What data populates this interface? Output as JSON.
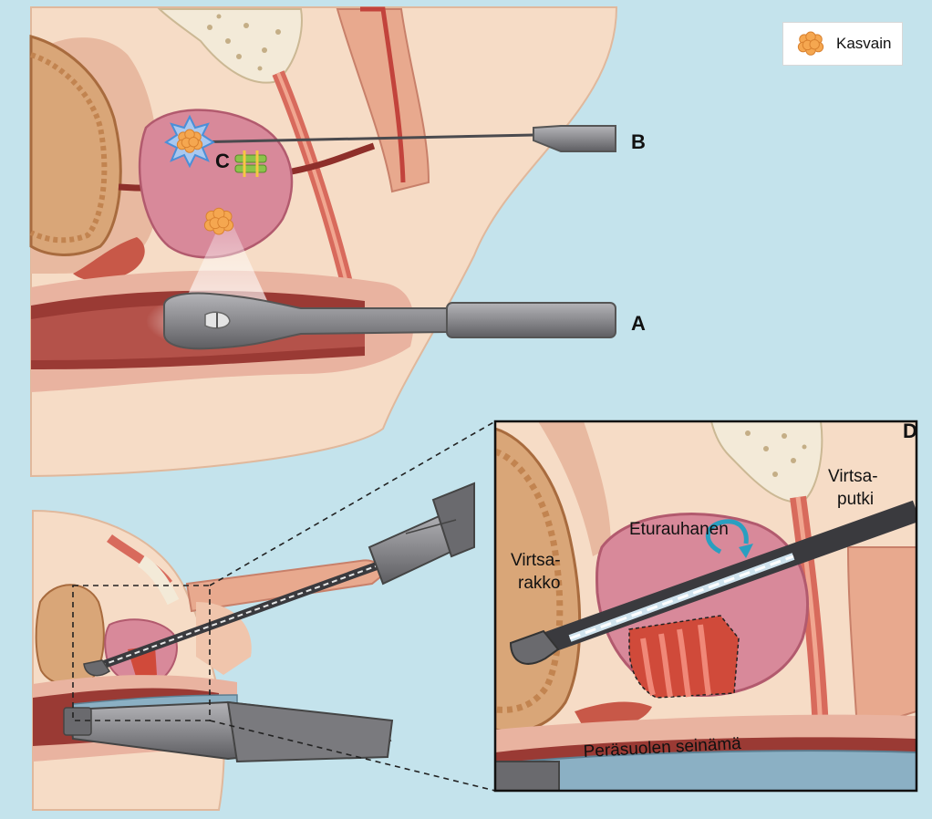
{
  "legend": {
    "label": "Kasvain",
    "icon": "tumor-cluster-icon"
  },
  "labels": {
    "a": "A",
    "b": "B",
    "c": "C",
    "d": "D",
    "prostate": "Eturauhanen",
    "bladder_line1": "Virtsa-",
    "bladder_line2": "rakko",
    "urethra_line1": "Virtsa-",
    "urethra_line2": "putki",
    "rectal_wall": "Peräsuolen seinämä"
  },
  "colors": {
    "background": "#c4e3ec",
    "skin": "#f6dcc6",
    "bladder": "#d9a678",
    "prostate": "#d8899a",
    "tissue_red": "#d86a5c",
    "bone": "#f3ead8",
    "instrument": "#8a8a8e",
    "rectum_dark": "#9a3a34",
    "tumor": "#f5a750",
    "seed_green": "#8bc34a",
    "freeze_blue": "#4a8fd8",
    "rotate_arrow": "#2a9fc0"
  }
}
